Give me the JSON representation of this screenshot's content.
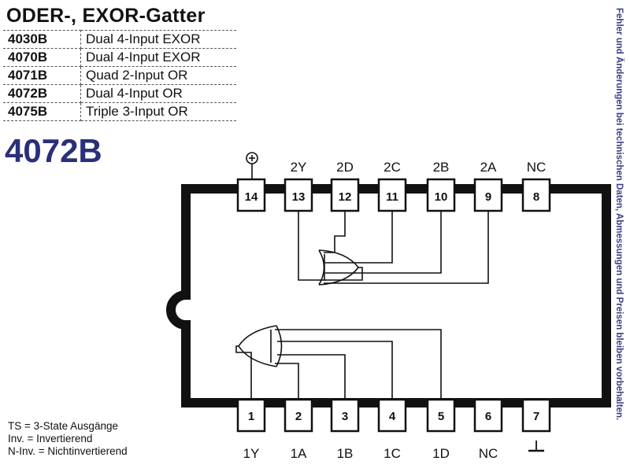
{
  "title": "ODER-, EXOR-Gatter",
  "parts": [
    {
      "number": "4030B",
      "description": "Dual 4-Input EXOR"
    },
    {
      "number": "4070B",
      "description": "Dual 4-Input EXOR"
    },
    {
      "number": "4071B",
      "description": "Quad 2-Input OR"
    },
    {
      "number": "4072B",
      "description": "Dual 4-Input OR"
    },
    {
      "number": "4075B",
      "description": "Triple 3-Input OR"
    }
  ],
  "chip_number": "4072B",
  "top_pins": [
    {
      "number": "14",
      "label": ""
    },
    {
      "number": "13",
      "label": "2Y"
    },
    {
      "number": "12",
      "label": "2D"
    },
    {
      "number": "11",
      "label": "2C"
    },
    {
      "number": "10",
      "label": "2B"
    },
    {
      "number": "9",
      "label": "2A"
    },
    {
      "number": "8",
      "label": "NC"
    }
  ],
  "bottom_pins": [
    {
      "number": "1",
      "label": "1Y"
    },
    {
      "number": "2",
      "label": "1A"
    },
    {
      "number": "3",
      "label": "1B"
    },
    {
      "number": "4",
      "label": "1C"
    },
    {
      "number": "5",
      "label": "1D"
    },
    {
      "number": "6",
      "label": "NC"
    },
    {
      "number": "7",
      "label": ""
    }
  ],
  "legend": {
    "ts": "TS = 3-State Ausgänge",
    "inv": "Inv. = Invertierend",
    "ninv": "N-Inv. =  Nichtinvertierend"
  },
  "side_note": "Fehler und Änderungen bei technischen Daten, Abmessungen und Preisen bleiben vorbehalten.",
  "icons": {
    "vcc": "vcc-symbol-icon",
    "ground": "ground-symbol-icon"
  }
}
